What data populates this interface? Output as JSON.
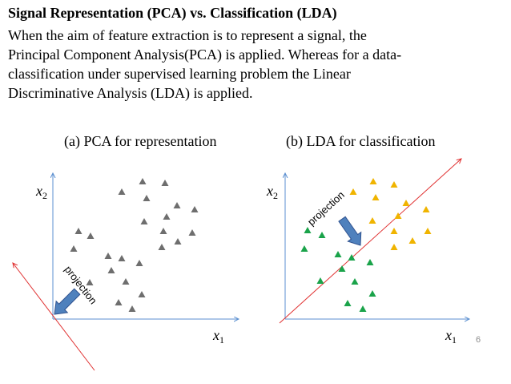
{
  "slide": {
    "title": "Signal Representation (PCA) vs. Classification (LDA)",
    "body_lines": [
      "When the aim of feature extraction is to represent a signal, the",
      "Principal Component Analysis(PCA) is applied. Whereas for a data-",
      "classification under supervised learning problem the Linear",
      "Discriminative Analysis (LDA) is applied."
    ],
    "page_number": "6"
  },
  "panels": {
    "pca": {
      "caption": "(a) PCA for representation",
      "x_axis_label": {
        "base": "x",
        "sub": "1"
      },
      "y_axis_label": {
        "base": "x",
        "sub": "2"
      },
      "arrow_label": "projection"
    },
    "lda": {
      "caption": "(b) LDA for classification",
      "x_axis_label": {
        "base": "x",
        "sub": "1"
      },
      "y_axis_label": {
        "base": "x",
        "sub": "2"
      },
      "arrow_label": "projection"
    }
  },
  "colors": {
    "axis": "#5b8fd0",
    "projection_line": "#e03030",
    "arrow_fill": "#4f81bd",
    "arrow_stroke": "#2f528f",
    "points_gray": "#6e6e6e",
    "class_green": "#1aa34a",
    "class_yellow": "#f0b400"
  }
}
